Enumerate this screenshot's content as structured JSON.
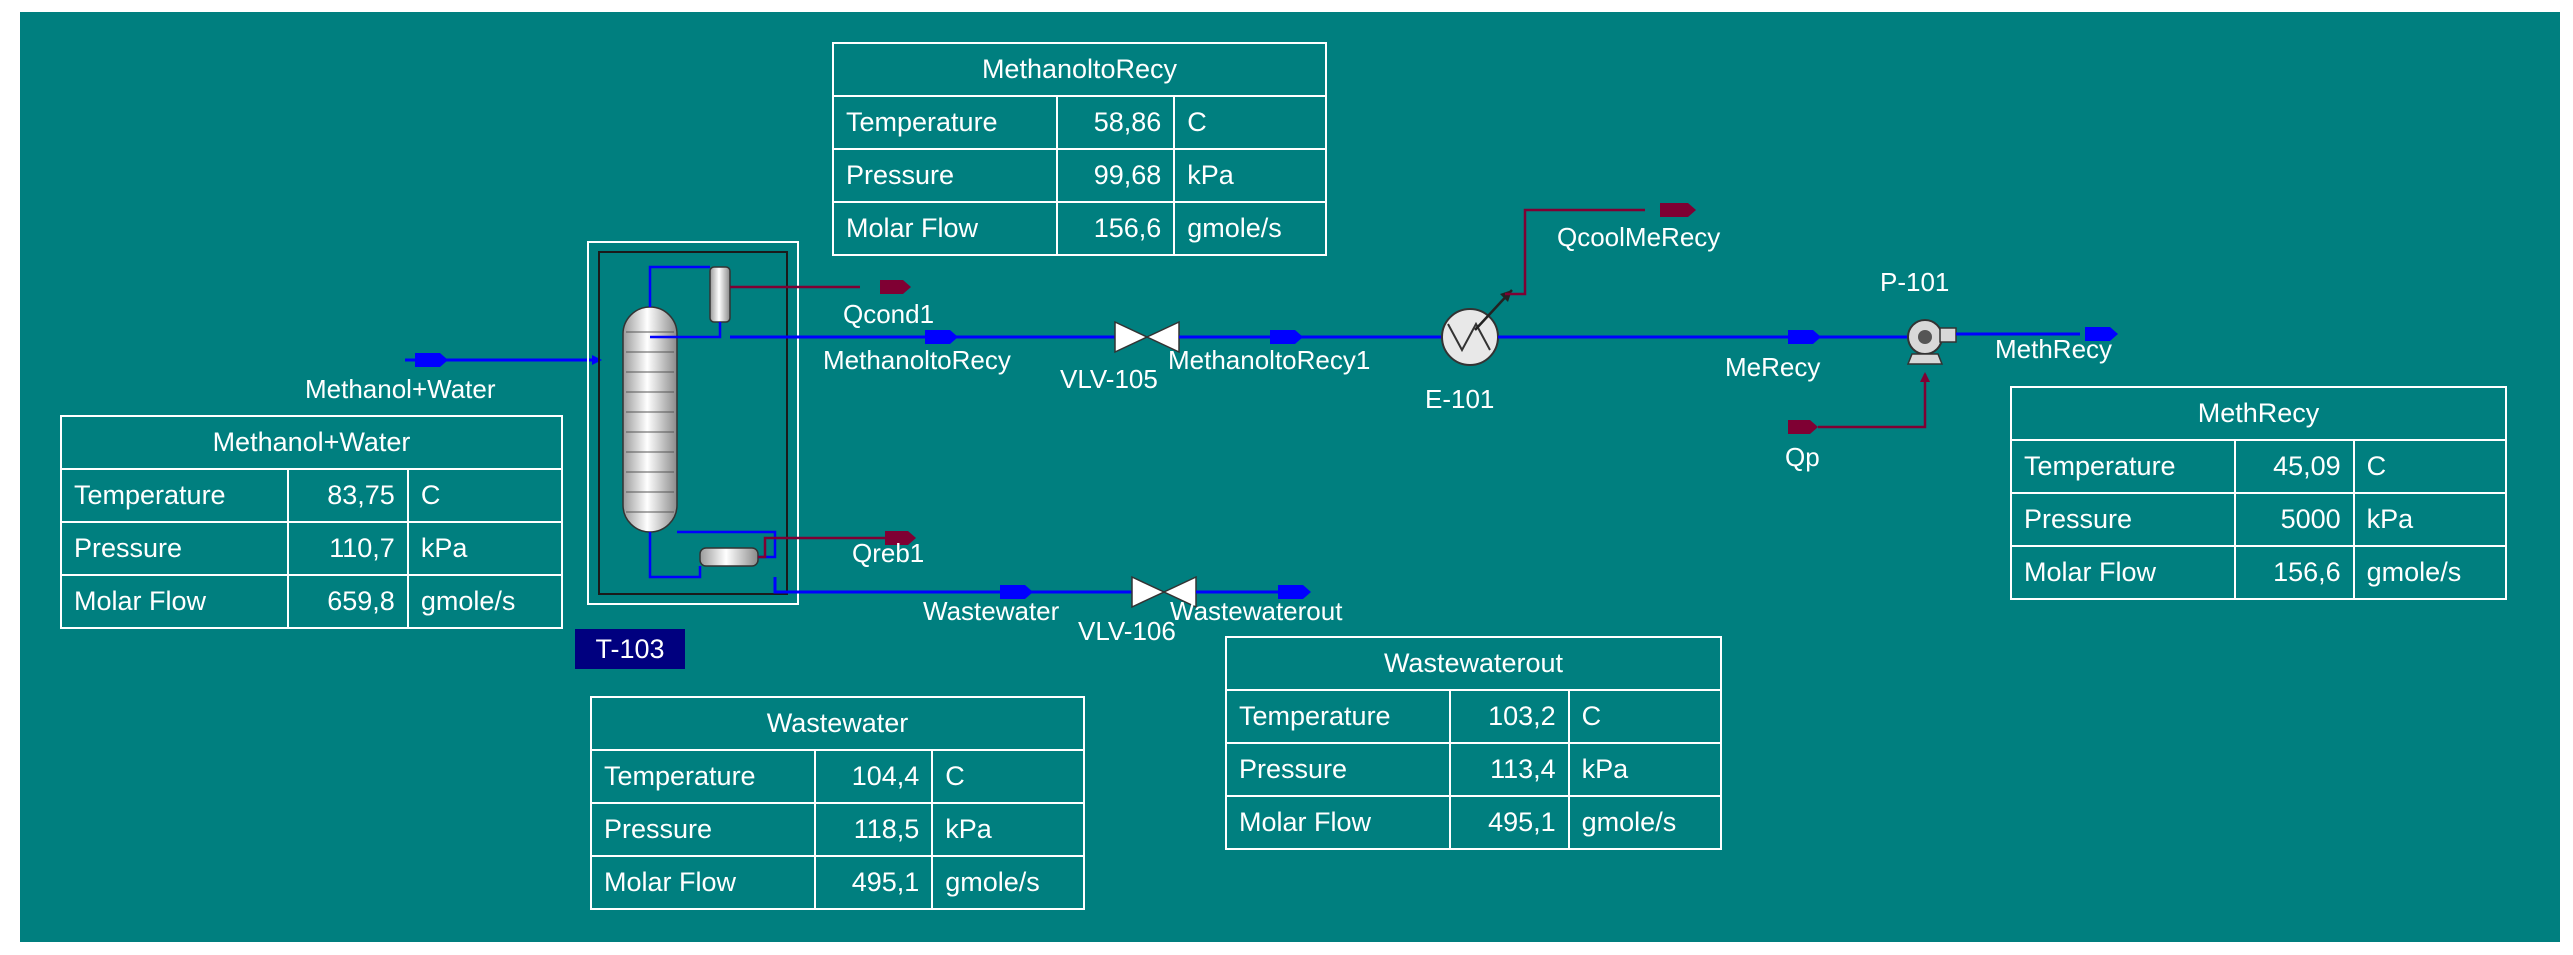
{
  "colors": {
    "background": "#007f7f",
    "material_stream": "#0000ff",
    "energy_stream": "#7f0033",
    "text": "#ffffff",
    "selected_tag": "#00007f"
  },
  "labels": {
    "methanol_water": "Methanol+Water",
    "qcond1": "Qcond1",
    "methanoltorecy": "MethanoltoRecy",
    "vlv105": "VLV-105",
    "methanoltorecy1": "MethanoltoRecy1",
    "e101": "E-101",
    "qcoolmerecy": "QcoolMeRecy",
    "merecy": "MeRecy",
    "p101": "P-101",
    "methrecy": "MethRecy",
    "qp": "Qp",
    "qreb1": "Qreb1",
    "wastewater": "Wastewater",
    "vlv106": "VLV-106",
    "wastewaterout": "Wastewaterout",
    "t103": "T-103"
  },
  "tables": {
    "methanol_water": {
      "title": "Methanol+Water",
      "rows": [
        {
          "name": "Temperature",
          "value": "83,75",
          "unit": "C"
        },
        {
          "name": "Pressure",
          "value": "110,7",
          "unit": "kPa"
        },
        {
          "name": "Molar Flow",
          "value": "659,8",
          "unit": "gmole/s"
        }
      ]
    },
    "methanoltorecy": {
      "title": "MethanoltoRecy",
      "rows": [
        {
          "name": "Temperature",
          "value": "58,86",
          "unit": "C"
        },
        {
          "name": "Pressure",
          "value": "99,68",
          "unit": "kPa"
        },
        {
          "name": "Molar Flow",
          "value": "156,6",
          "unit": "gmole/s"
        }
      ]
    },
    "methrecy": {
      "title": "MethRecy",
      "rows": [
        {
          "name": "Temperature",
          "value": "45,09",
          "unit": "C"
        },
        {
          "name": "Pressure",
          "value": "5000",
          "unit": "kPa"
        },
        {
          "name": "Molar Flow",
          "value": "156,6",
          "unit": "gmole/s"
        }
      ]
    },
    "wastewater": {
      "title": "Wastewater",
      "rows": [
        {
          "name": "Temperature",
          "value": "104,4",
          "unit": "C"
        },
        {
          "name": "Pressure",
          "value": "118,5",
          "unit": "kPa"
        },
        {
          "name": "Molar Flow",
          "value": "495,1",
          "unit": "gmole/s"
        }
      ]
    },
    "wastewaterout": {
      "title": "Wastewaterout",
      "rows": [
        {
          "name": "Temperature",
          "value": "103,2",
          "unit": "C"
        },
        {
          "name": "Pressure",
          "value": "113,4",
          "unit": "kPa"
        },
        {
          "name": "Molar Flow",
          "value": "495,1",
          "unit": "gmole/s"
        }
      ]
    }
  }
}
